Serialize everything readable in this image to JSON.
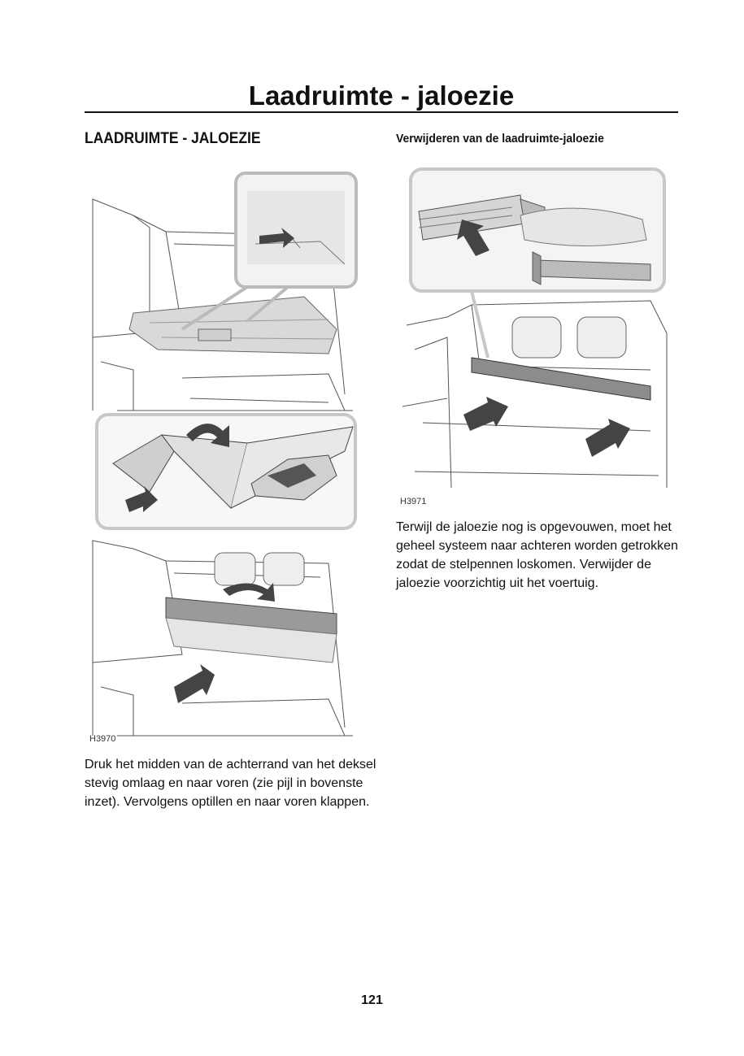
{
  "page": {
    "title": "Laadruimte - jaloezie",
    "page_number": "121"
  },
  "left_column": {
    "heading": "LAADRUIMTE - JALOEZIE",
    "figure_code": "H3970",
    "text": "Druk het midden van de achterrand van het deksel stevig omlaag en naar voren (zie pijl in bovenste inzet). Vervolgens optillen en naar voren klappen."
  },
  "right_column": {
    "heading": "Verwijderen van de laadruimte-jaloezie",
    "figure_code": "H3971",
    "text": "Terwijl de jaloezie nog is opgevouwen, moet het geheel systeem naar achteren worden getrokken zodat de stelpennen loskomen. Verwijder de jaloezie voorzichtig uit het voertuig."
  }
}
